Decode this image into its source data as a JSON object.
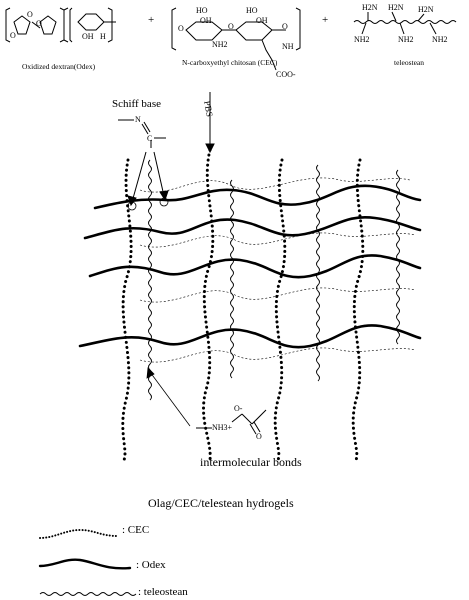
{
  "reactants": {
    "odex_caption": "Oxidized dextran(Odex)",
    "cec_caption": "N-carboxyethyl chitosan (CEC)",
    "teleostean_caption": "teleostean",
    "plus_1": "+",
    "plus_2": "+",
    "odex_atoms": {
      "o_ring": "O",
      "o_link": "O",
      "oh_label": "OH",
      "h_label": "H",
      "end_o": "O"
    },
    "cec_atoms": {
      "o_left": "O",
      "ho_1": "HO",
      "oh_1": "OH",
      "nh2": "NH2",
      "ho_2": "HO",
      "oh_2": "OH",
      "o_mid": "O",
      "o_right": "O",
      "nh": "NH",
      "coo": "COO-"
    },
    "teleostean_atoms": {
      "nh2_a": "H2N",
      "nh2_b": "H2N",
      "nh2_c": "H2N",
      "nh2_d": "NH2",
      "nh2_e": "NH2"
    }
  },
  "annotations": {
    "pbs": "PBS",
    "schiff_base": "Schiff base",
    "schiff_n": "N",
    "schiff_c": "C",
    "ammonium_n": "NH3+",
    "carboxylate_o": "O-",
    "carboxylate_o2": "O",
    "intermolecular_bonds": "intermolecular bonds",
    "hydrogel_title": "Olag/CEC/telestean hydrogels"
  },
  "legend": [
    {
      "key": "cec",
      "label": ": CEC",
      "style": "dotted-wave"
    },
    {
      "key": "odex",
      "label": ": Odex",
      "style": "thick-wave"
    },
    {
      "key": "teleostean",
      "label": ":  teleostean",
      "style": "zigzag"
    }
  ],
  "colors": {
    "ink": "#000000",
    "background": "#ffffff"
  }
}
